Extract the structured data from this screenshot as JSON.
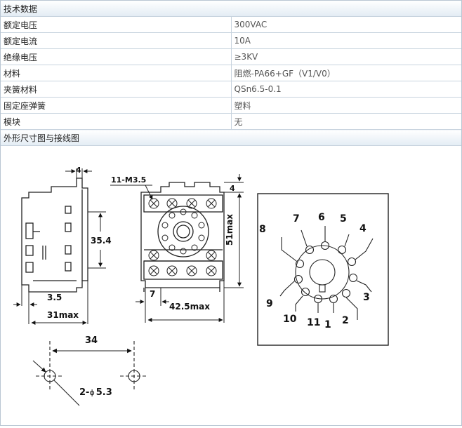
{
  "spec": {
    "title": "技术数据",
    "rows": [
      {
        "label": "额定电压",
        "value": "300VAC"
      },
      {
        "label": "额定电流",
        "value": "10A"
      },
      {
        "label": "绝缘电压",
        "value": "≥3KV"
      },
      {
        "label": "材料",
        "value": "阻燃-PA66+GF（V1/V0）"
      },
      {
        "label": "夹簧材料",
        "value": "QSn6.5-0.1"
      },
      {
        "label": "固定座弹簧",
        "value": "塑料"
      },
      {
        "label": "模块",
        "value": "无"
      }
    ],
    "drawing_title": "外形尺寸图与接线图"
  },
  "drawing": {
    "side_view": {
      "dim_top": "4",
      "dim_height": "35.4",
      "dim_small": "3.5",
      "dim_width": "31max"
    },
    "front_view": {
      "dim_screw": "11-M3.5",
      "dim_top": "4",
      "dim_height": "51max",
      "dim_left": "7",
      "dim_width": "42.5max"
    },
    "mount_holes": {
      "dim_spacing": "34",
      "dim_hole": "2-",
      "phi": "ϕ",
      "dim_hole_size": "5.3"
    },
    "pin_diagram": {
      "pins": [
        "1",
        "2",
        "3",
        "4",
        "5",
        "6",
        "7",
        "8",
        "9",
        "10",
        "11"
      ]
    }
  }
}
